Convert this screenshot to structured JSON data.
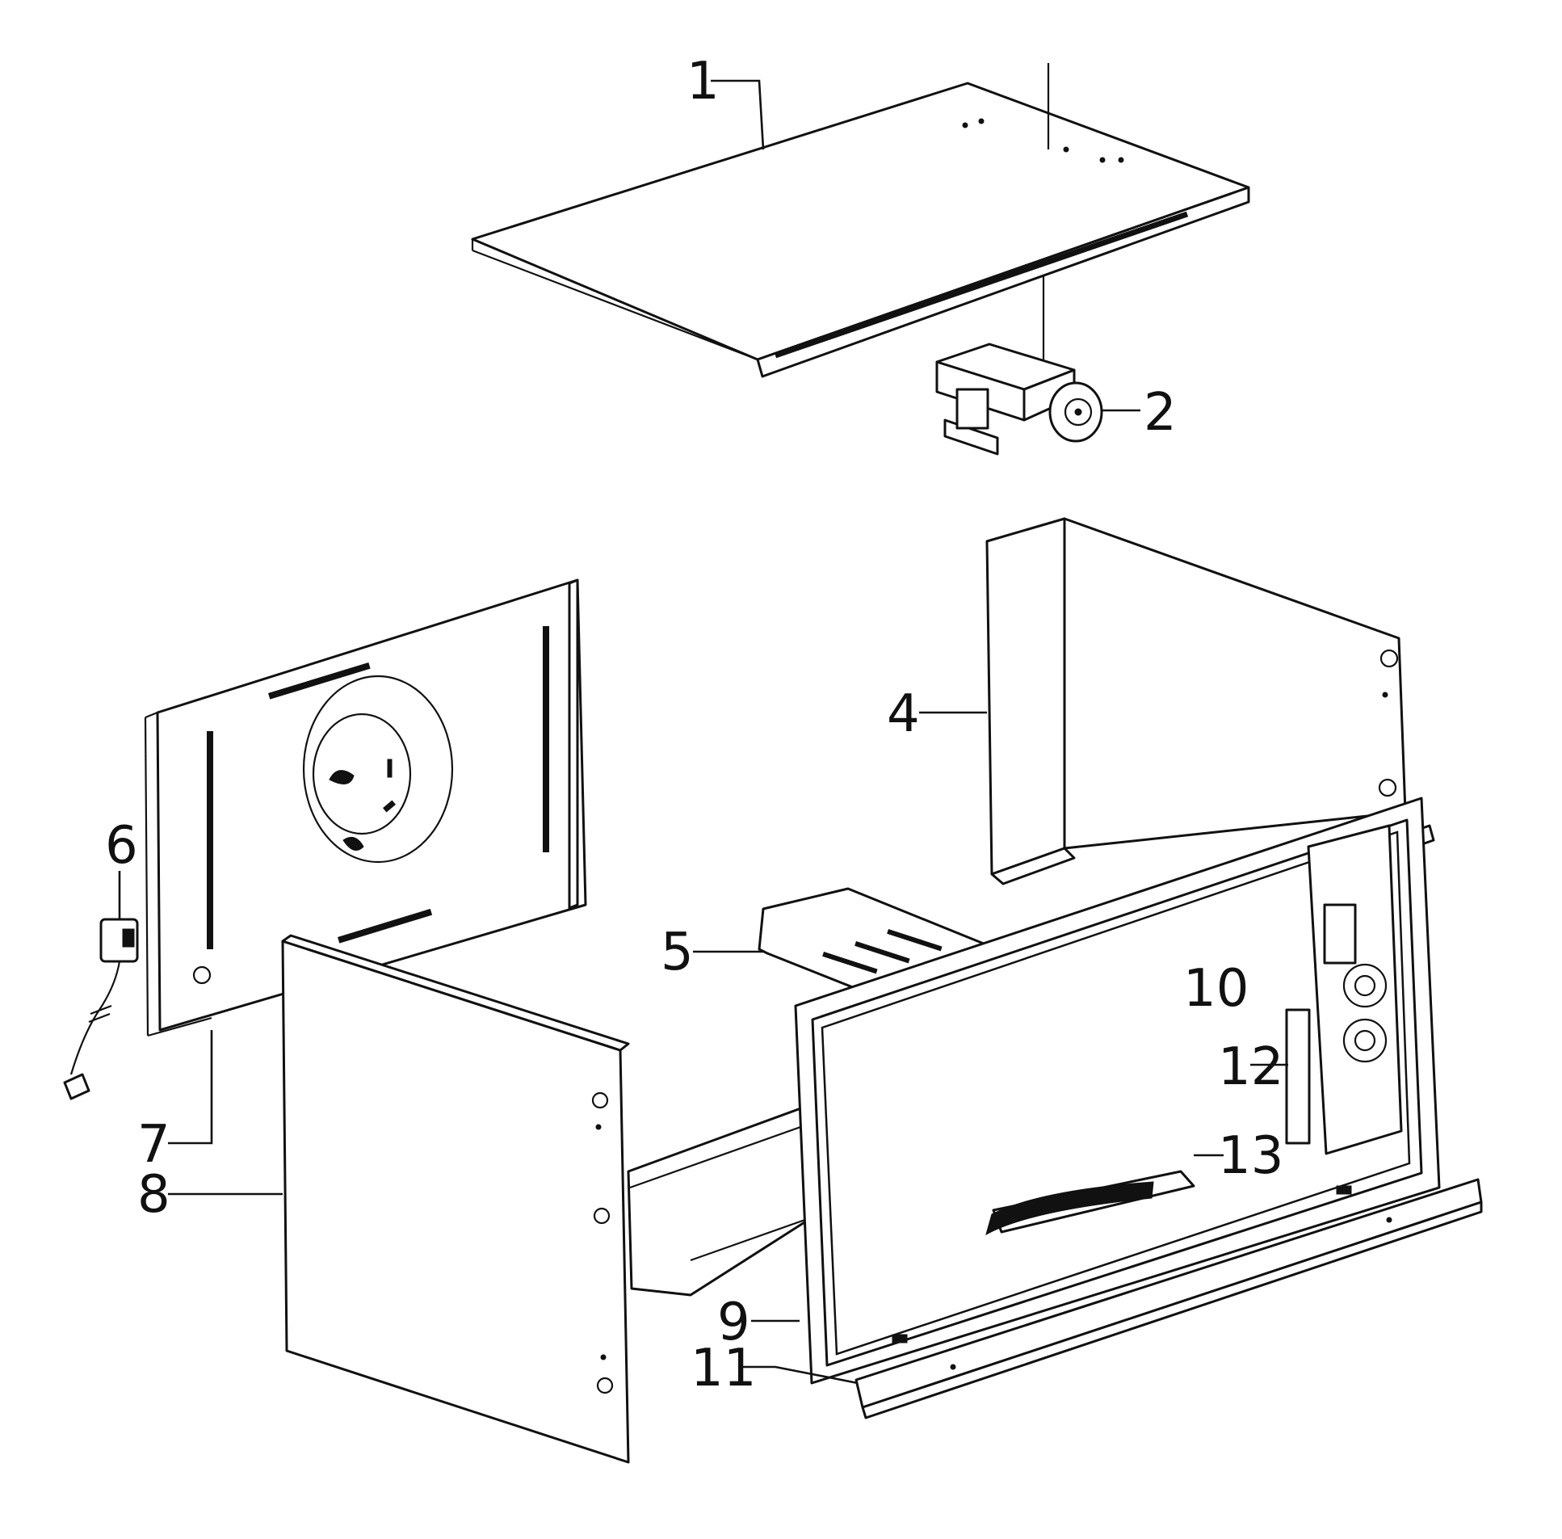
{
  "callouts": [
    {
      "id": "1",
      "label": "1"
    },
    {
      "id": "2",
      "label": "2"
    },
    {
      "id": "4",
      "label": "4"
    },
    {
      "id": "5",
      "label": "5"
    },
    {
      "id": "6",
      "label": "6"
    },
    {
      "id": "7",
      "label": "7"
    },
    {
      "id": "8",
      "label": "8"
    },
    {
      "id": "9",
      "label": "9"
    },
    {
      "id": "10",
      "label": "10"
    },
    {
      "id": "11",
      "label": "11"
    },
    {
      "id": "12",
      "label": "12"
    },
    {
      "id": "13",
      "label": "13"
    }
  ]
}
